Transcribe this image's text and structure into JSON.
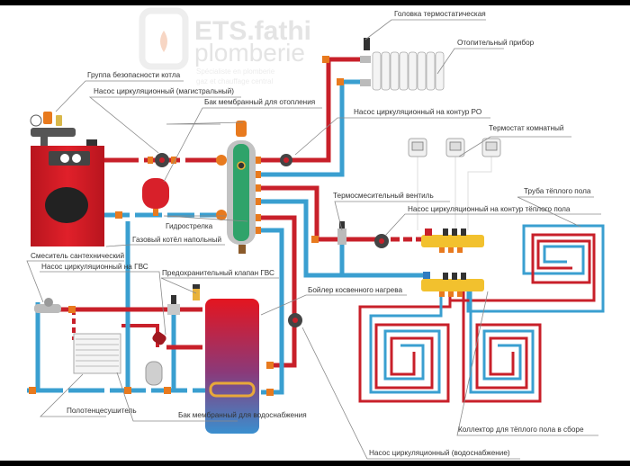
{
  "watermark": {
    "line1": "ETS.fathi",
    "line2": "plomberie",
    "line3": "Spécialiste en plomberie",
    "line4": "gaz et chauffage central"
  },
  "labels": {
    "boiler_safety_group": "Группа безопасности котла",
    "main_circ_pump": "Насос циркуляционный (магистральный)",
    "heating_exp_tank": "Бак мембранный для отопления",
    "thermostatic_head": "Головка термостатическая",
    "heating_device": "Отопительный прибор",
    "radiator_circ_pump": "Насос циркуляционный на контур РО",
    "room_thermostat": "Термостат комнатный",
    "hydro_arrow": "Гидрострелка",
    "gas_boiler": "Газовый котёл напольный",
    "thermo_mixing_valve": "Термосмесительный вентиль",
    "floor_circ_pump": "Насос циркуляционный на контур тёплого пола",
    "floor_pipe": "Труба тёплого пола",
    "sanitary_mixer": "Смеситель сантехнический",
    "dhw_circ_pump": "Насос циркуляционный на ГВС",
    "dhw_safety_valve": "Предохранительный клапан ГВС",
    "indirect_boiler": "Бойлер косвенного нагрева",
    "towel_dryer": "Полотенцесушитель",
    "water_exp_tank": "Бак мембранный для водоснабжения",
    "floor_manifold": "Коллектор для тёплого пола в сборе",
    "water_circ_pump": "Насос циркуляционный (водоснабжение)"
  },
  "colors": {
    "hot_pipe": "#c8202a",
    "cold_pipe": "#3a9fd0",
    "fitting": "#e87a1e",
    "boiler": "#d8202a",
    "hydro_arrow": "#2fa36a",
    "manifold": "#f2c12e",
    "leader_line": "#8a8a8a"
  }
}
